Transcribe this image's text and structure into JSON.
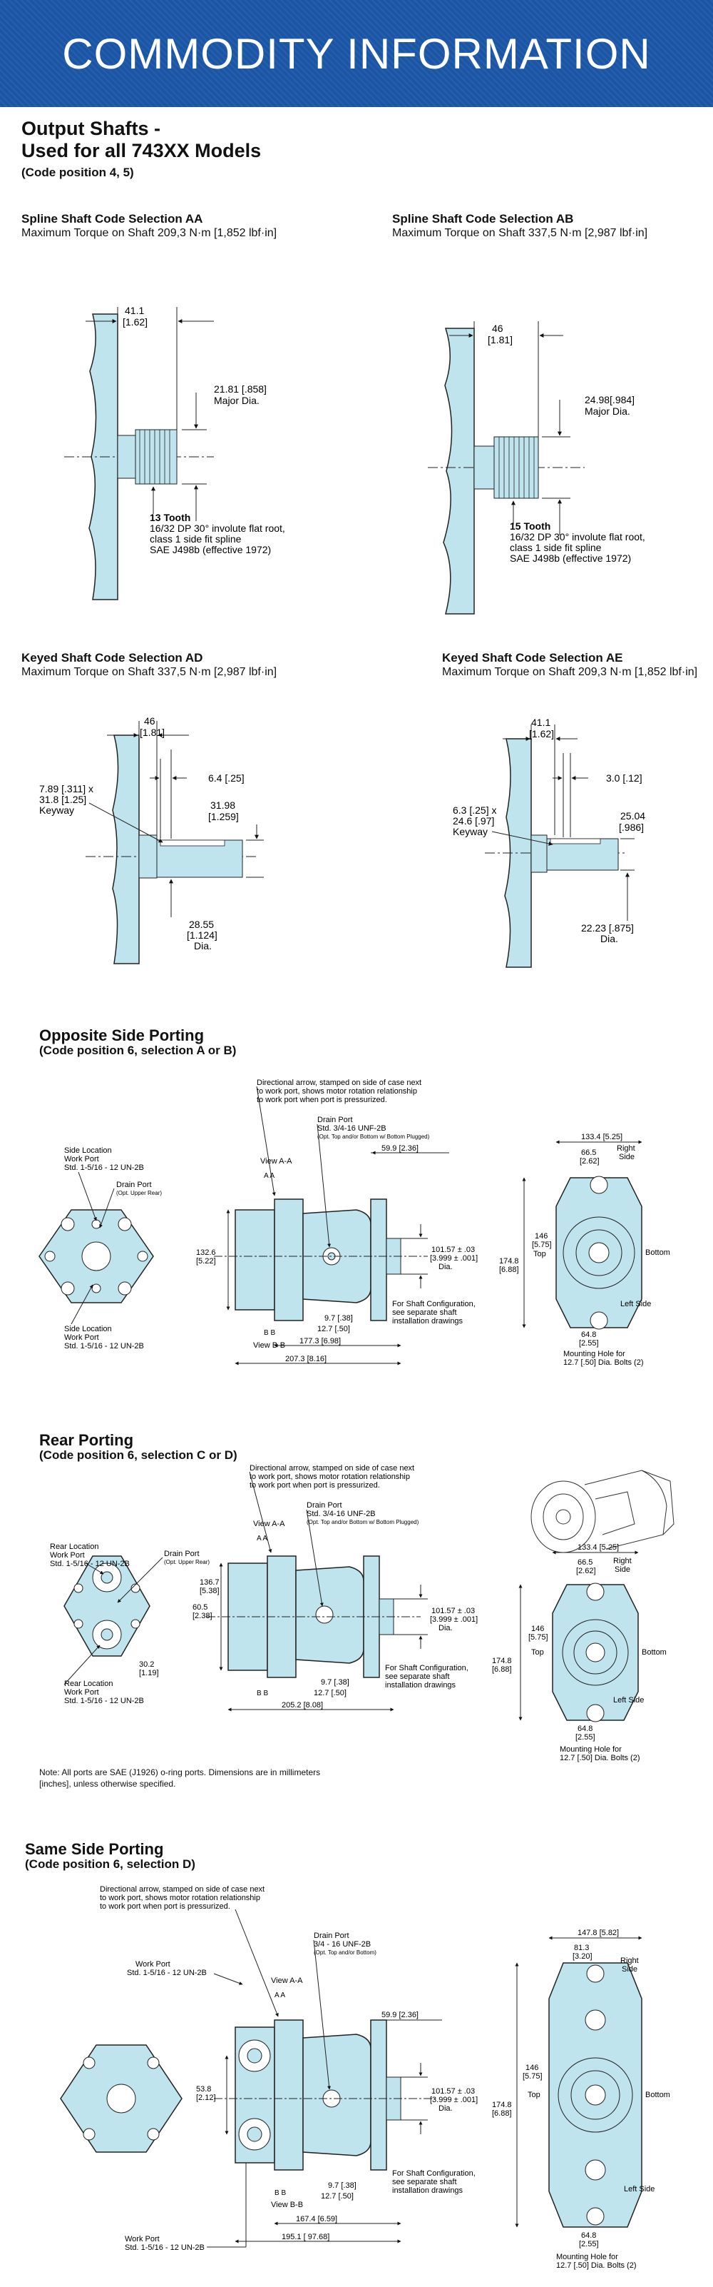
{
  "banner": {
    "title": "COMMODITY INFORMATION"
  },
  "header": {
    "title_line1": "Output Shafts -",
    "title_line2": "Used for all 743XX Models",
    "subtitle": "(Code position 4, 5)"
  },
  "shafts": [
    {
      "heading": "Spline Shaft Code Selection AA",
      "torque": "Maximum Torque on Shaft 209,3 N·m [1,852 lbf·in]",
      "dim_top": "41.1",
      "dim_top_in": "[1.62]",
      "dim_dia": "21.81 [.858]",
      "dim_dia_label": "Major Dia.",
      "tooth_title": "13 Tooth",
      "tooth_l1": "16/32 DP 30° involute flat root,",
      "tooth_l2": "class 1 side fit spline",
      "tooth_l3": "SAE J498b (effective 1972)"
    },
    {
      "heading": "Spline Shaft Code Selection AB",
      "torque": "Maximum Torque on Shaft 337,5 N·m [2,987 lbf·in]",
      "dim_top": "46",
      "dim_top_in": "[1.81]",
      "dim_dia": "24.98[.984]",
      "dim_dia_label": "Major Dia.",
      "tooth_title": "15 Tooth",
      "tooth_l1": "16/32 DP 30° involute flat root,",
      "tooth_l2": "class 1 side fit spline",
      "tooth_l3": "SAE J498b (effective 1972)"
    },
    {
      "heading": "Keyed Shaft Code Selection AD",
      "torque": "Maximum Torque on Shaft 337,5 N·m [2,987 lbf·in]",
      "dim_top": "46",
      "dim_top_in": "[1.81]",
      "dim_key": "6.4 [.25]",
      "dim_dia_a": "31.98",
      "dim_dia_b": "[1.259]",
      "key_l1": "7.89 [.311] x",
      "key_l2": "31.8 [1.25]",
      "key_l3": "Keyway",
      "dim_bot_a": "28.55",
      "dim_bot_b": "[1.124]",
      "dim_bot_c": "Dia."
    },
    {
      "heading": "Keyed Shaft Code Selection AE",
      "torque": "Maximum Torque on Shaft 209,3 N·m [1,852 lbf·in]",
      "dim_top": "41.1",
      "dim_top_in": "[1.62]",
      "dim_key": "3.0 [.12]",
      "dim_dia_a": "25.04",
      "dim_dia_b": "[.986]",
      "key_l1": "6.3 [.25] x",
      "key_l2": "24.6 [.97]",
      "key_l3": "Keyway",
      "dim_bot_a": "22.23 [.875]",
      "dim_bot_b": "Dia.",
      "dim_bot_c": ""
    }
  ],
  "porting": [
    {
      "title": "Opposite Side Porting",
      "sub": "(Code position 6, selection A or B)"
    },
    {
      "title": "Rear Porting",
      "sub": "(Code position 6, selection C or D)"
    },
    {
      "title": "Same Side Porting",
      "sub": "(Code position 6, selection D)"
    }
  ],
  "labels": {
    "dir_arrow_1": "Directional arrow, stamped on side of case next",
    "dir_arrow_2": "to work port, shows motor rotation relationship",
    "dir_arrow_3": "to work port when port is pressurized.",
    "drain_port": "Drain Port",
    "drain_spec": "Std. 3/4-16 UNF-2B",
    "drain_spec_b": "3/4 - 16 UNF-2B",
    "drain_opt": "(Opt. Top and/or Bottom w/ Bottom Plugged)",
    "drain_opt_b": "(Opt. Top and/or Bottom)",
    "drain_upper": "(Opt. Upper Rear)",
    "view_aa": "View A-A",
    "view_bb": "View B-B",
    "work_port": "Work Port",
    "port_spec": "Std. 1-5/16 - 12 UN-2B",
    "side_loc": "Side Location",
    "rear_loc": "Rear Location",
    "shaft_cfg_1": "For Shaft Configuration,",
    "shaft_cfg_2": "see separate shaft",
    "shaft_cfg_3": "installation drawings",
    "mount_1": "Mounting Hole for",
    "mount_2": "12.7 [.50] Dia. Bolts (2)",
    "right_side": "Right",
    "side": "Side",
    "left_side": "Left Side",
    "top": "Top",
    "bottom": "Bottom",
    "dim_59": "59.9 [2.36]",
    "dim_101": "101.57 ± .03",
    "dim_101b": "[3.999 ± .001]",
    "dia": "Dia.",
    "dim_97": "9.7 [.38]",
    "dim_127": "12.7 [.50]",
    "dim_1773": "177.3 [6.98]",
    "dim_2073": "207.3 [8.16]",
    "dim_2052": "205.2 [8.08]",
    "dim_1674": "167.4 [6.59]",
    "dim_1951": "195.1 [ 97.68]",
    "dim_1326": "132.6",
    "dim_1326b": "[5.22]",
    "dim_1367": "136.7",
    "dim_1367b": "[5.38]",
    "dim_605": "60.5",
    "dim_605b": "[2.38]",
    "dim_302": "30.2",
    "dim_302b": "[1.19]",
    "dim_538": "53.8",
    "dim_538b": "[2.12]",
    "dim_1334": "133.4 [5.25]",
    "dim_1478": "147.8 [5.82]",
    "dim_665": "66.5",
    "dim_665b": "[2.62]",
    "dim_813": "81.3",
    "dim_813b": "[3.20]",
    "dim_146": "146",
    "dim_146b": "[5.75]",
    "dim_1748": "174.8",
    "dim_1748b": "[6.88]",
    "dim_648": "64.8",
    "dim_648b": "[2.55]"
  },
  "note": {
    "line1": "Note:  All ports are SAE (J1926) o-ring ports.  Dimensions are in millimeters",
    "line2": "[inches], unless otherwise specified."
  },
  "colors": {
    "banner": "#1a55a6",
    "part": "#bfe4ee",
    "line": "#1a1a1a"
  }
}
